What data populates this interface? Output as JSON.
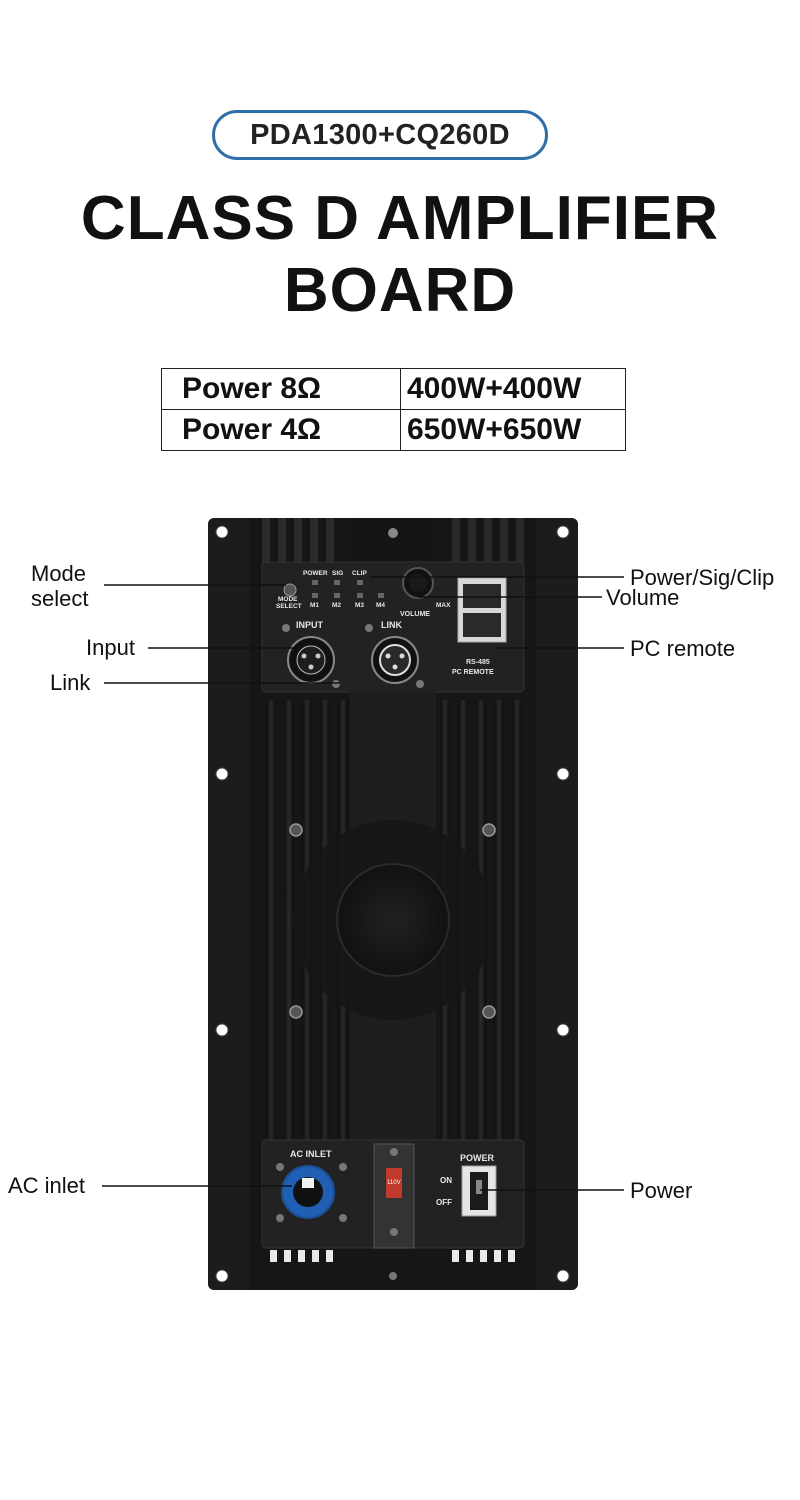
{
  "model": "PDA1300+CQ260D",
  "headline": {
    "line1": "CLASS D AMPLIFIER",
    "line2": "BOARD"
  },
  "specs": [
    {
      "label": "Power 8Ω",
      "value": "400W+400W"
    },
    {
      "label": "Power 4Ω",
      "value": "650W+650W"
    }
  ],
  "callouts": {
    "mode_select": "Mode\nselect",
    "input": "Input",
    "link": "Link",
    "ac_inlet": "AC inlet",
    "power_sig_clip": "Power/Sig/Clip",
    "volume": "Volume",
    "pc_remote": "PC remote",
    "power": "Power"
  },
  "panel_labels": {
    "power_led": "POWER",
    "sig_led": "SIG",
    "clip_led": "CLIP",
    "mode": "MODE",
    "select": "SELECT",
    "m1": "M1",
    "m2": "M2",
    "m3": "M3",
    "m4": "M4",
    "volume": "VOLUME",
    "max": "MAX",
    "input": "INPUT",
    "link": "LINK",
    "rs485": "RS-485",
    "pc_remote": "PC REMOTE",
    "ac_inlet": "AC INLET",
    "power_switch": "POWER",
    "on": "ON",
    "off": "OFF",
    "voltage": "110V"
  },
  "colors": {
    "model_border": "#2f6fa8",
    "board": "#1c1c1c",
    "powercon": "#1f5fb4"
  }
}
